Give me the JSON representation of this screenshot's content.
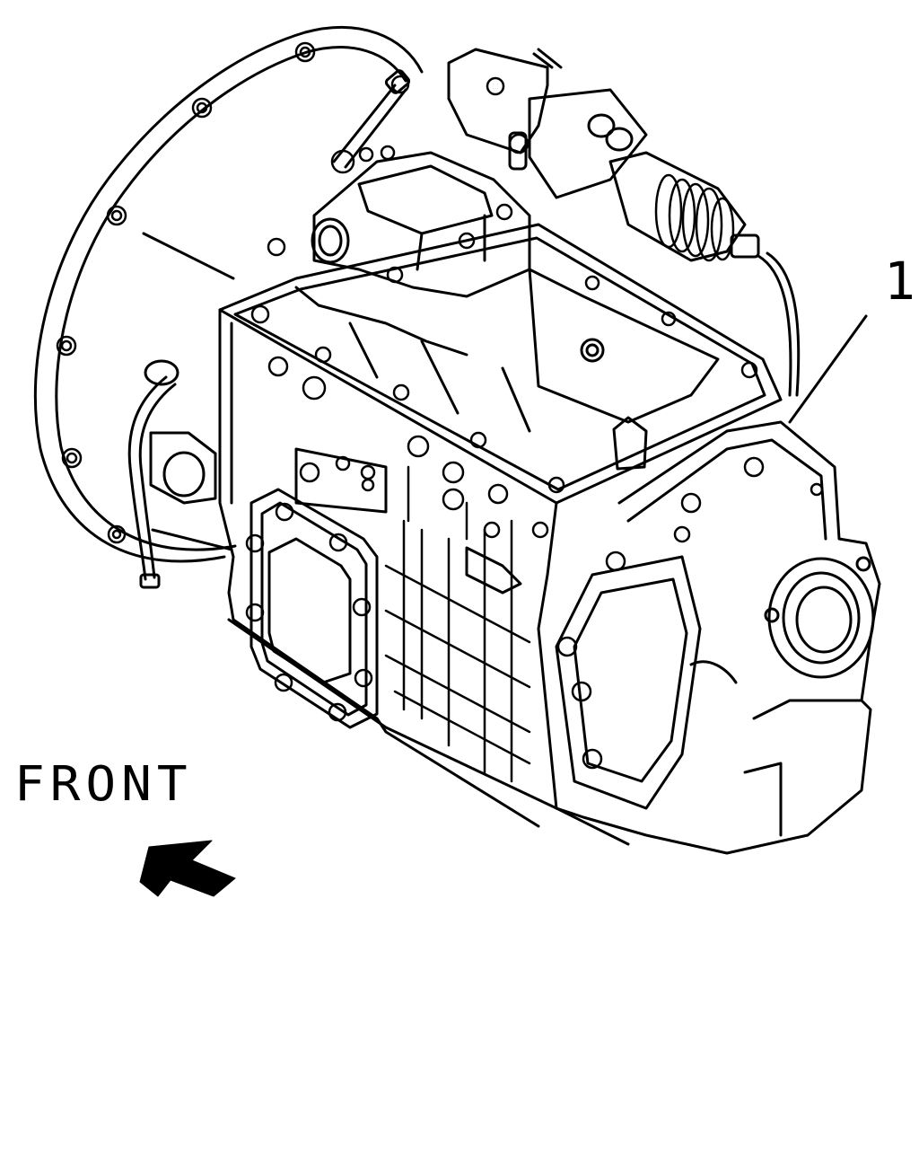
{
  "diagram": {
    "orientation_label": "FRONT",
    "callouts": [
      {
        "number": "1",
        "part": "transmission-assembly"
      }
    ],
    "line_color": "#000000",
    "background_color": "#ffffff",
    "icons": {
      "direction": "direction-arrow-icon"
    }
  }
}
